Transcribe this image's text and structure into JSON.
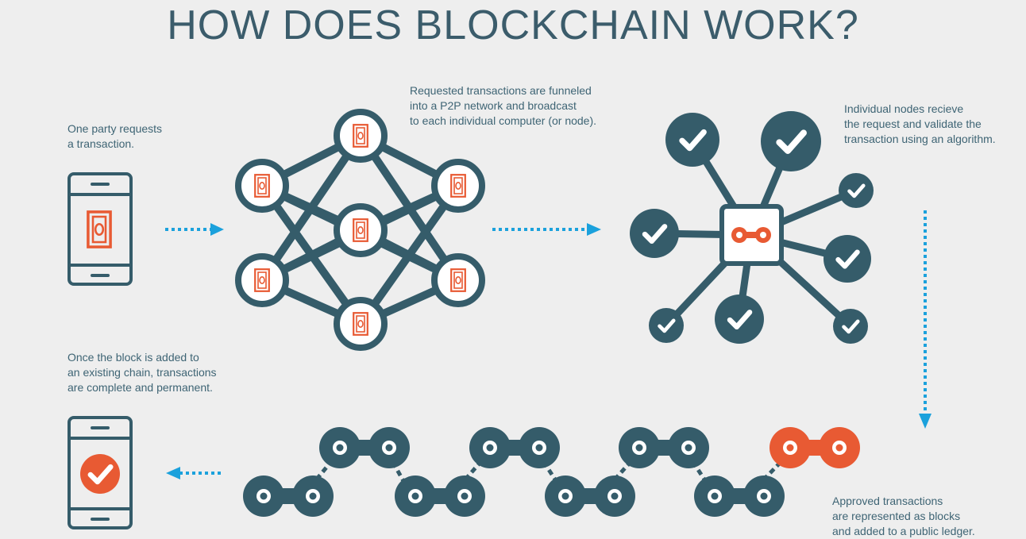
{
  "title": "HOW DOES BLOCKCHAIN WORK?",
  "steps": [
    {
      "text": "One party requests\na transaction."
    },
    {
      "text": "Requested transactions are funneled\ninto a P2P network and broadcast\nto each individual computer (or node)."
    },
    {
      "text": "Individual nodes recieve\nthe request and validate the\ntransaction using an algorithm."
    },
    {
      "text": "Approved transactions\nare represented as blocks\nand added to a public ledger."
    },
    {
      "text": "Once the block is added to\nan existing chain,  transactions\nare complete and permanent."
    }
  ],
  "colors": {
    "primary": "#355c6a",
    "accent": "#e85a33",
    "arrow": "#1ba1dc",
    "background": "#eeeeee",
    "text": "#3e6474"
  }
}
